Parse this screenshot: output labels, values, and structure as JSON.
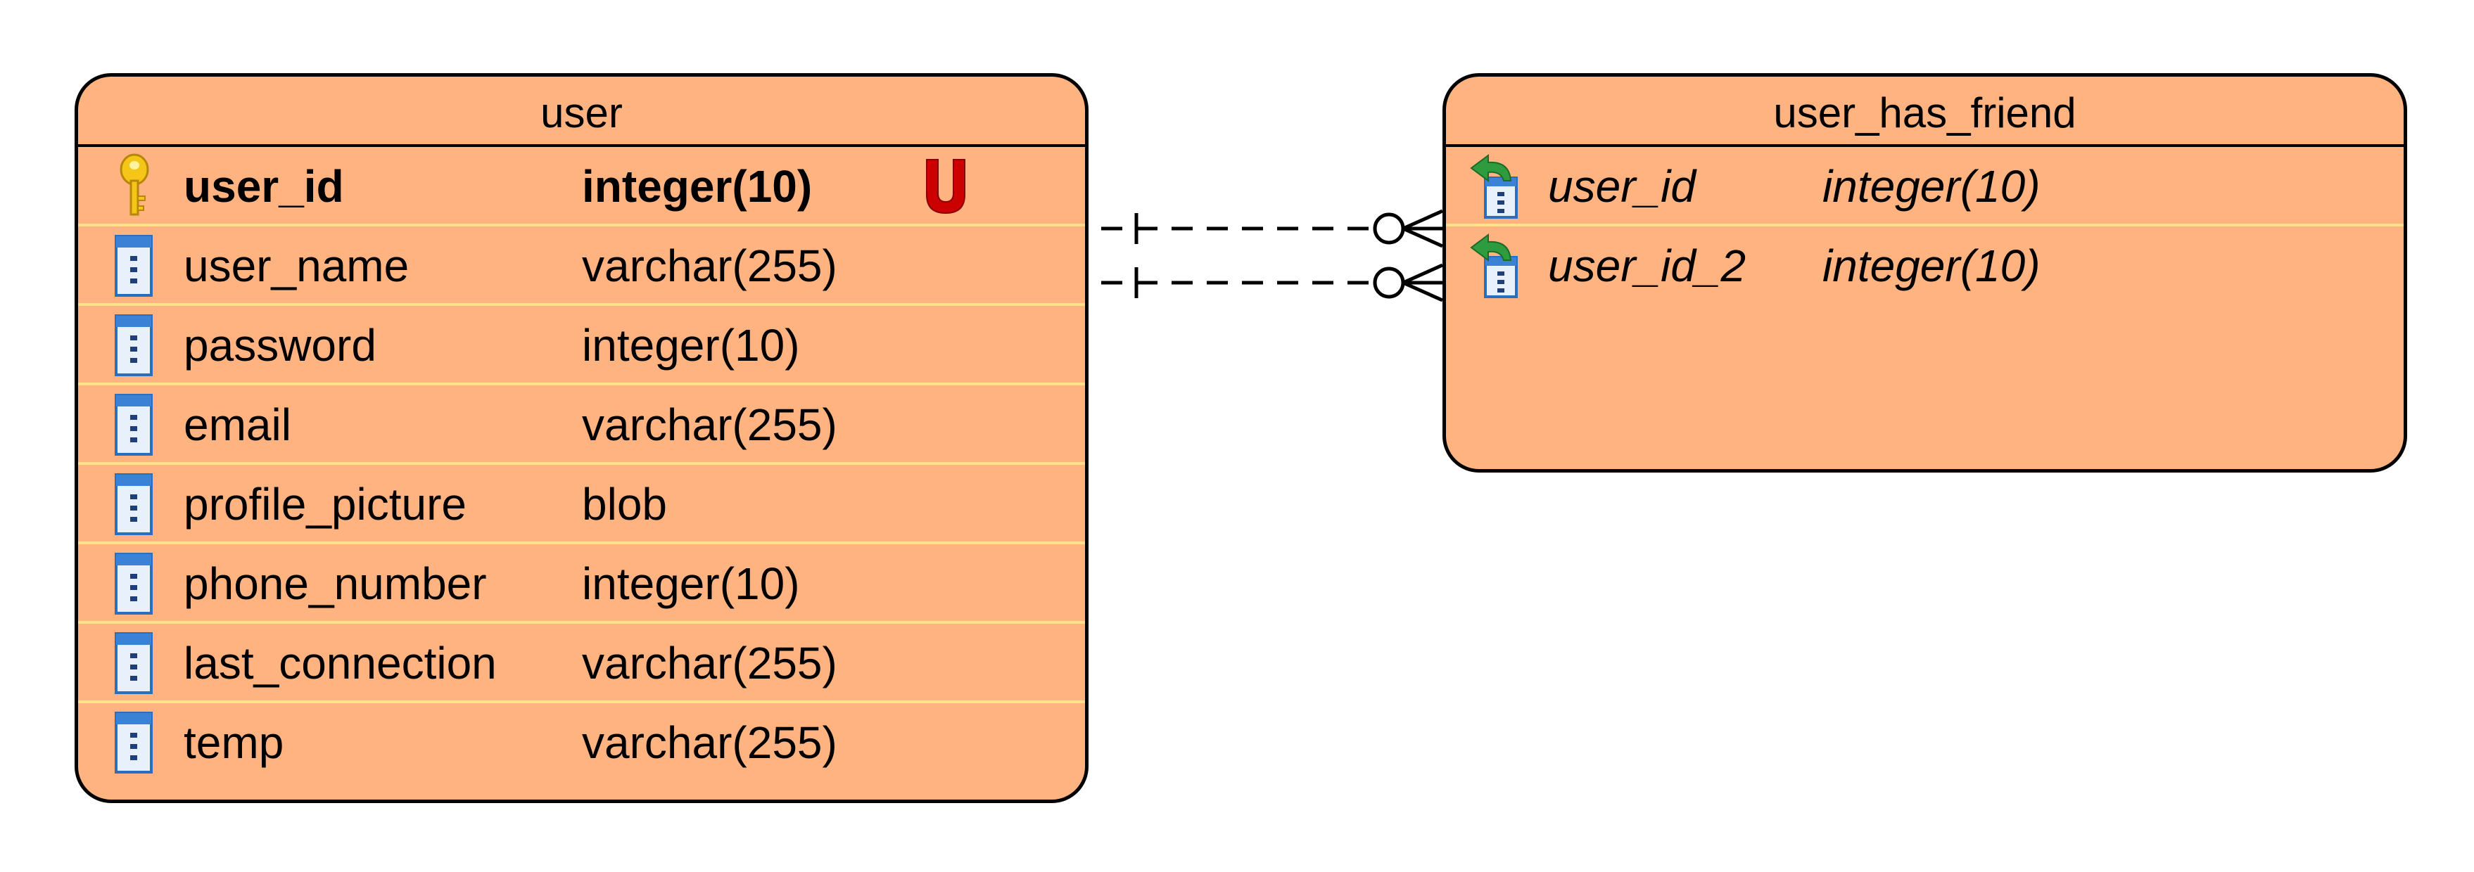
{
  "diagram": {
    "entities": [
      {
        "title": "user",
        "columns": [
          {
            "name": "user_id",
            "type": "integer(10)",
            "icon": "primary-key-icon",
            "unique_label": "U"
          },
          {
            "name": "user_name",
            "type": "varchar(255)",
            "icon": "column-icon"
          },
          {
            "name": "password",
            "type": "integer(10)",
            "icon": "column-icon"
          },
          {
            "name": "email",
            "type": "varchar(255)",
            "icon": "column-icon"
          },
          {
            "name": "profile_picture",
            "type": "blob",
            "icon": "column-icon"
          },
          {
            "name": "phone_number",
            "type": "integer(10)",
            "icon": "column-icon"
          },
          {
            "name": "last_connection",
            "type": "varchar(255)",
            "icon": "column-icon"
          },
          {
            "name": "temp",
            "type": "varchar(255)",
            "icon": "column-icon"
          }
        ]
      },
      {
        "title": "user_has_friend",
        "columns": [
          {
            "name": "user_id",
            "type": "integer(10)",
            "icon": "foreign-key-icon"
          },
          {
            "name": "user_id_2",
            "type": "integer(10)",
            "icon": "foreign-key-icon"
          }
        ]
      }
    ],
    "relationships": [
      {
        "from": "user.user_id",
        "to": "user_has_friend.user_id",
        "from_cardinality": "one",
        "to_cardinality": "zero-or-many",
        "line_style": "dashed"
      },
      {
        "from": "user.user_id",
        "to": "user_has_friend.user_id_2",
        "from_cardinality": "one",
        "to_cardinality": "zero-or-many",
        "line_style": "dashed"
      }
    ],
    "colors": {
      "entity_fill": "#ffb380",
      "row_divider": "#ffe28a",
      "border": "#000000",
      "unique_mark": "#cc0000"
    }
  }
}
